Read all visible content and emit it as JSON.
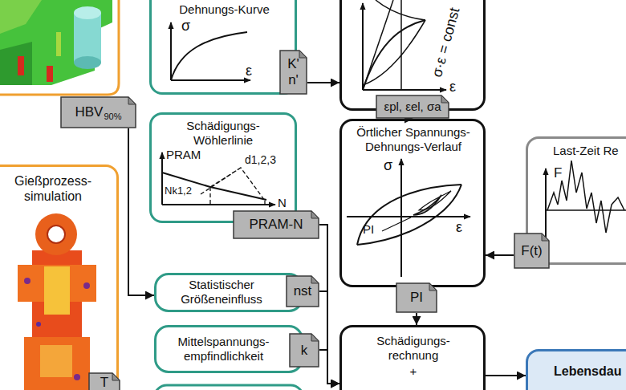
{
  "diagram": {
    "nodes": [
      {
        "text": [
          "Dehnungs-Kurve"
        ]
      },
      {
        "text": [
          "σ·ε = const"
        ]
      },
      {
        "text": [
          "K'",
          "n'"
        ]
      },
      {
        "text": [
          "HBV",
          "90%"
        ]
      },
      {
        "text": [
          "εpl, εel, σa"
        ]
      },
      {
        "text": [
          "Schädigungs- Wöhlerlinie"
        ]
      },
      {
        "text": [
          "Örtlicher Spannungs- Dehnungs-Verlauf"
        ]
      },
      {
        "text": [
          "Last-Zeit Re"
        ]
      },
      {
        "text": [
          "Gießprozess- simulation"
        ]
      },
      {
        "text": [
          "PRAM-N"
        ]
      },
      {
        "text": [
          "F(t)"
        ]
      },
      {
        "text": [
          "Statistischer Größeneinfluss"
        ]
      },
      {
        "text": [
          "nst"
        ]
      },
      {
        "text": [
          "PI"
        ]
      },
      {
        "text": [
          "Mittelspannungs- empfindlichkeit"
        ]
      },
      {
        "text": [
          "k"
        ]
      },
      {
        "text": [
          "Schädigungs- rechnung",
          "+"
        ]
      },
      {
        "text": [
          "Lebensdau"
        ]
      },
      {
        "text": [
          "T"
        ]
      }
    ],
    "edges": [
      {
        "from": 2,
        "to": 1,
        "arrow": "to"
      },
      {
        "from": 4,
        "to": 6,
        "arrow": "to"
      },
      {
        "from": 3,
        "to": 11,
        "arrow": "to"
      },
      {
        "from": 10,
        "to": 6,
        "arrow": "to"
      },
      {
        "from": 13,
        "to": 16,
        "arrow": "to"
      },
      {
        "from": 9,
        "to": 16,
        "arrow": "to"
      },
      {
        "from": 12,
        "to": 16,
        "arrow": "to"
      },
      {
        "from": 15,
        "to": 16,
        "arrow": "to"
      },
      {
        "from": 16,
        "to": 17,
        "arrow": "to"
      }
    ],
    "labels": [
      "σ",
      "ε",
      "ε",
      "PRAM",
      "d1,2,3",
      "Nk1,2",
      "N",
      "σ",
      "ε",
      "PI",
      "F"
    ]
  }
}
